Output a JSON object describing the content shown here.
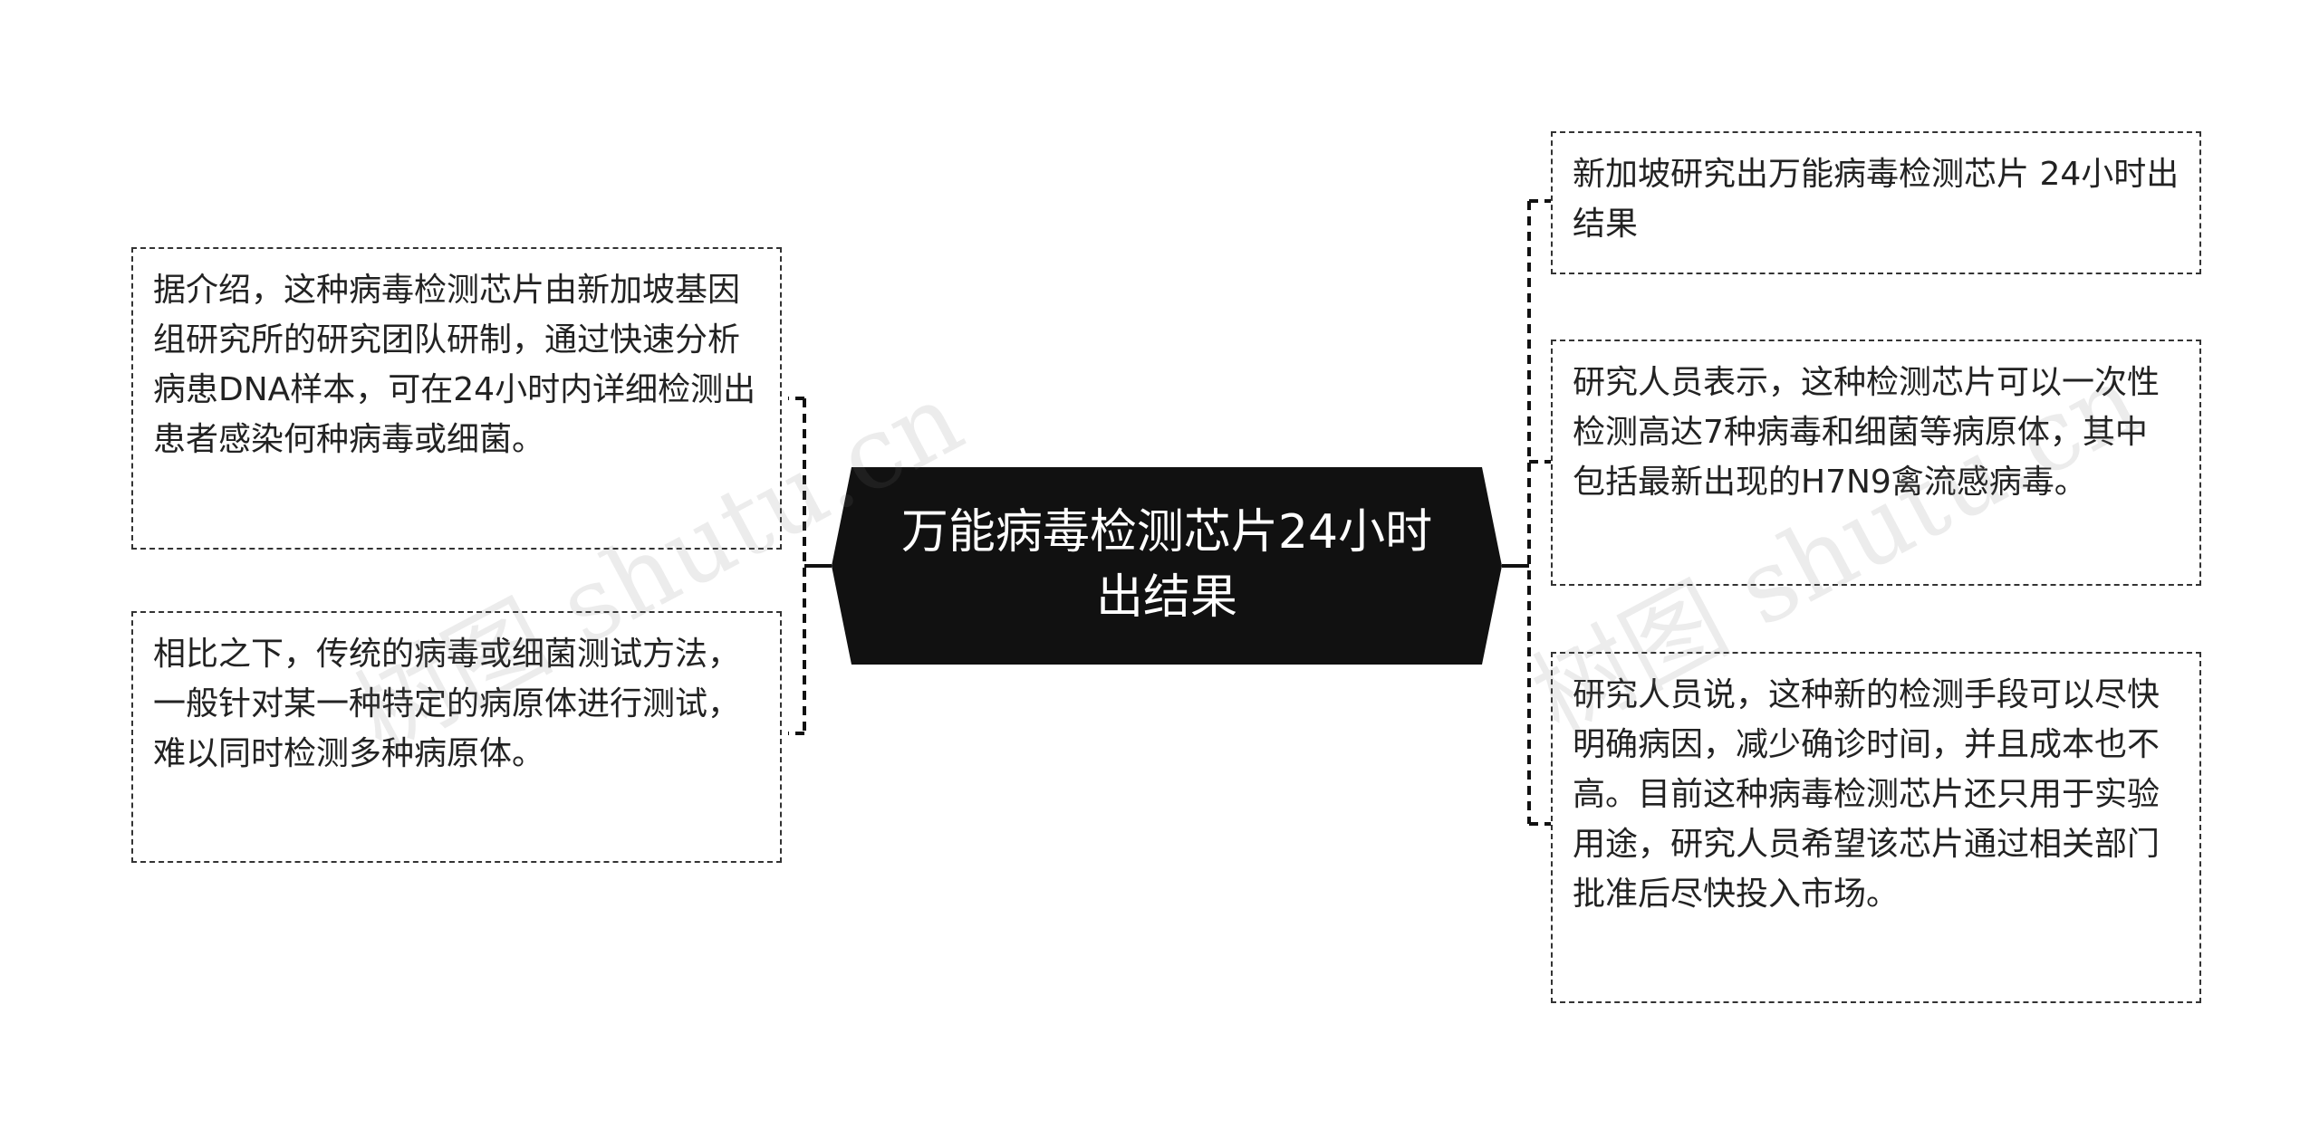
{
  "center": {
    "title": "万能病毒检测芯片24小时出结果",
    "line1": "万能病毒检测芯片24小时",
    "line2": "出结果"
  },
  "left_nodes": [
    {
      "text": "据介绍，这种病毒检测芯片由新加坡基因组研究所的研究团队研制，通过快速分析病患DNA样本，可在24小时内详细检测出患者感染何种病毒或细菌。"
    },
    {
      "text": "相比之下，传统的病毒或细菌测试方法，一般针对某一种特定的病原体进行测试，难以同时检测多种病原体。"
    }
  ],
  "right_nodes": [
    {
      "text": "新加坡研究出万能病毒检测芯片 24小时出结果"
    },
    {
      "text": "研究人员表示，这种检测芯片可以一次性检测高达7种病毒和细菌等病原体，其中包括最新出现的H7N9禽流感病毒。"
    },
    {
      "text": "研究人员说，这种新的检测手段可以尽快明确病因，减少确诊时间，并且成本也不高。目前这种病毒检测芯片还只用于实验用途，研究人员希望该芯片通过相关部门批准后尽快投入市场。"
    }
  ],
  "watermarks": [
    "树图 shutu.cn",
    "树图 shutu.cn"
  ],
  "colors": {
    "center_fill": "#111111",
    "center_text": "#ffffff",
    "border": "#333333",
    "text": "#222222"
  }
}
